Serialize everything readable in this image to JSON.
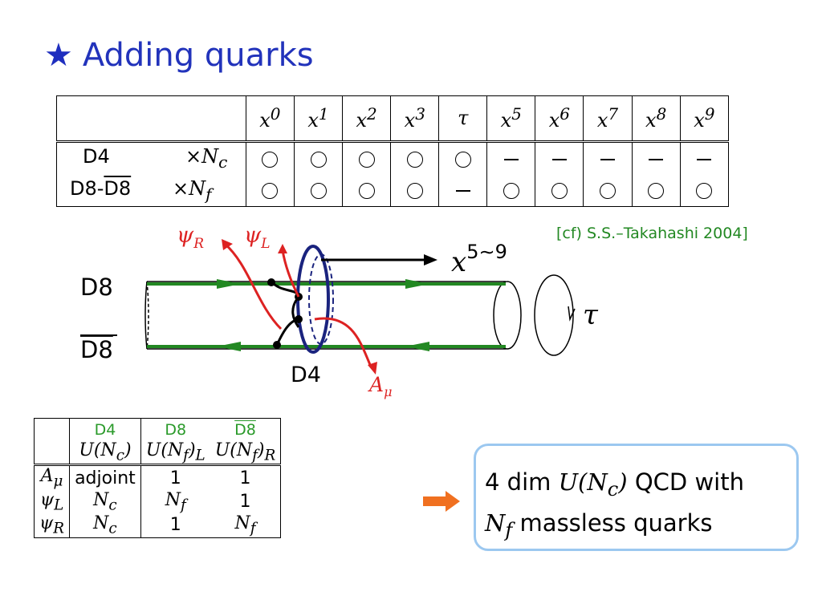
{
  "title": {
    "star": "★",
    "text": "Adding quarks"
  },
  "config_table": {
    "headers": [
      "x⁰",
      "x¹",
      "x²",
      "x³",
      "τ",
      "x⁵",
      "x⁶",
      "x⁷",
      "x⁸",
      "x⁹"
    ],
    "rows": [
      {
        "name": "D4",
        "mult": "×Nc",
        "cells": [
          "o",
          "o",
          "o",
          "o",
          "o",
          "-",
          "-",
          "-",
          "-",
          "-"
        ]
      },
      {
        "name": "D8-D8",
        "mult": "×Nf",
        "cells": [
          "o",
          "o",
          "o",
          "o",
          "-",
          "o",
          "o",
          "o",
          "o",
          "o"
        ]
      }
    ]
  },
  "reference": "[cf) S.S.–Takahashi 2004]",
  "diagram": {
    "labels": {
      "psi_r": "ψR",
      "psi_l": "ψL",
      "direction": "x5~9",
      "d8": "D8",
      "d8bar": "D8",
      "tau": "τ",
      "d4": "D4",
      "a_mu": "Aμ"
    }
  },
  "rep_table": {
    "headers_top": [
      "D4",
      "D8",
      "D8"
    ],
    "headers_bottom": [
      "U(Nc)",
      "U(Nf)L",
      "U(Nf)R"
    ],
    "rows": [
      {
        "field": "Aμ",
        "vals": [
          "adjoint",
          "1",
          "1"
        ]
      },
      {
        "field": "ψL",
        "vals": [
          "Nc",
          "Nf",
          "1"
        ]
      },
      {
        "field": "ψR",
        "vals": [
          "Nc",
          "1",
          "Nf"
        ]
      }
    ]
  },
  "conclusion": {
    "line1_prefix": "4 dim ",
    "line1_math": "U(Nc)",
    "line1_suffix": " QCD with",
    "line2_math": "Nf",
    "line2_suffix": " massless quarks"
  },
  "colors": {
    "title": "#2233bb",
    "green": "#228822",
    "red": "#dd2222",
    "orange": "#f07020",
    "box_border": "#9cc8f0"
  }
}
